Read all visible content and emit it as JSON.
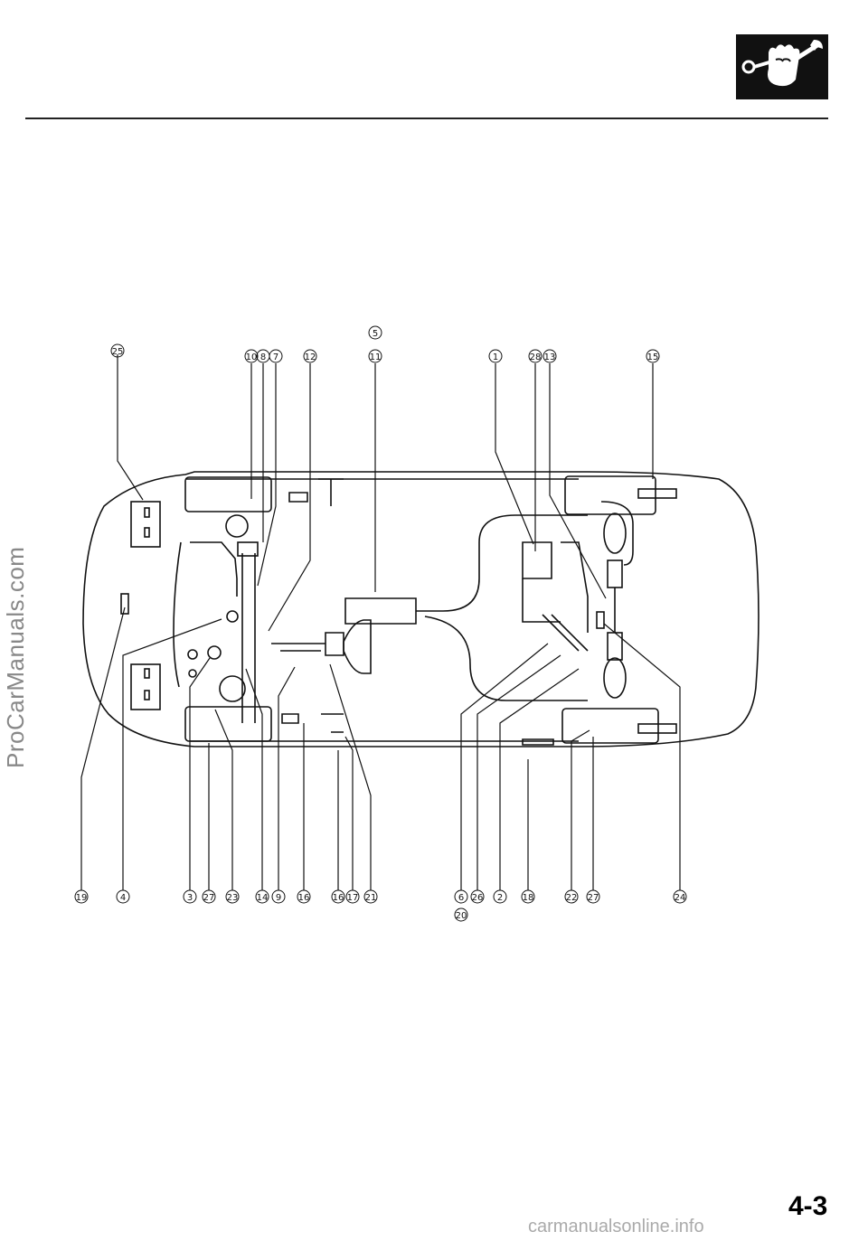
{
  "header": {
    "logo_icon": "wrench-fist-icon"
  },
  "side_watermark": "ProCarManuals.com",
  "footer": {
    "page_number": "4-3",
    "watermark": "carmanualsonline.info"
  },
  "callouts": {
    "c25": "25",
    "c10": "10",
    "c8": "8",
    "c7": "7",
    "c12": "12",
    "c5": "5",
    "c11": "11",
    "c1": "1",
    "c28": "28",
    "c13": "13",
    "c15": "15",
    "c19": "19",
    "c4": "4",
    "c3": "3",
    "c27a": "27",
    "c23": "23",
    "c14": "14",
    "c9": "9",
    "c16b": "16",
    "c16": "16",
    "c17": "17",
    "c21": "21",
    "c6": "6",
    "c26": "26",
    "c2": "2",
    "c18": "18",
    "c22": "22",
    "c27b": "27",
    "c24": "24",
    "c20": "20"
  }
}
